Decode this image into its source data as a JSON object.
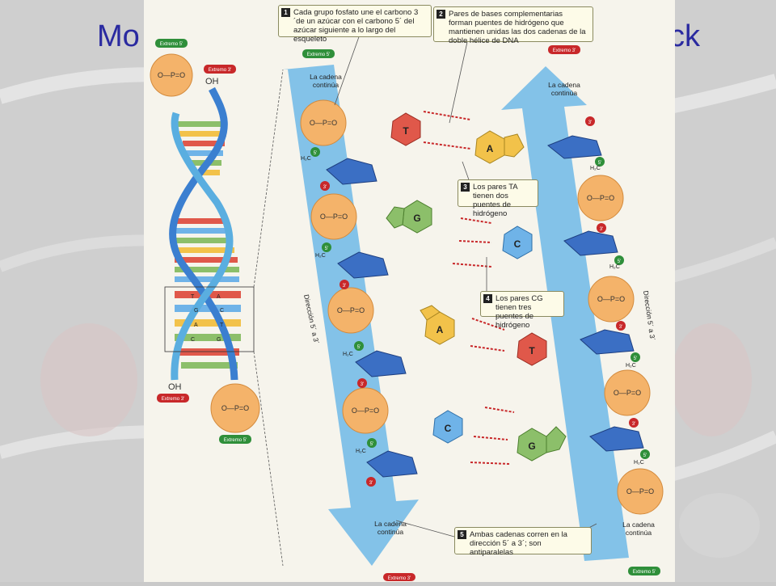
{
  "slide": {
    "title_left": "Mo",
    "title_right": "ck"
  },
  "colors": {
    "strand": "#5aaee0",
    "strand_light": "#9fd0ef",
    "phosphate": "#f4b36a",
    "sugar": "#3b6fc4",
    "base_T": "#e0584a",
    "base_A": "#f2c24a",
    "base_G": "#8cbf6a",
    "base_C": "#6fb3e8",
    "label_green": "#2f8f3a",
    "label_red": "#c8282a",
    "title_blue": "#2a2aa0"
  },
  "labels": {
    "extremo5_top": "Extremo 5'",
    "extremo3_top": "Extremo 3'",
    "extremo5_inset": "Extremo 5'",
    "extremo3_top_right": "Extremo 3'",
    "extremo3_bottom": "Extremo 3'",
    "extremo5_bottom": "Extremo 5'",
    "extremo3_bottom_left": "Extremo 3'",
    "extremo5_bottom_right": "Extremo 5'",
    "oh_top": "OH",
    "oh_bottom": "OH",
    "cadena_top_left_1": "La cadena",
    "cadena_top_left_2": "continúa",
    "cadena_top_right_1": "La cadena",
    "cadena_top_right_2": "continúa",
    "cadena_bottom_left_1": "La cadena",
    "cadena_bottom_left_2": "continúa",
    "cadena_bottom_right_1": "La cadena",
    "cadena_bottom_right_2": "continúa",
    "direccion_left": "Dirección 5´ a 3´",
    "direccion_right": "Dirección 5´ a 3´",
    "five_prime": "5'",
    "three_prime": "3'",
    "h2c": "H₂C",
    "phosphate_formula": "O—P=O",
    "base_T": "T",
    "base_A": "A",
    "base_G": "G",
    "base_C": "C",
    "helix_pairs": [
      "T",
      "A",
      "G",
      "C",
      "A",
      "T",
      "C",
      "G"
    ]
  },
  "callouts": [
    {
      "num": "1",
      "text": "Cada grupo fosfato une el carbono 3´de un azúcar con el carbono 5´ del azúcar siguiente a lo largo del esqueleto"
    },
    {
      "num": "2",
      "text": "Pares de bases complementarias forman puentes de hidrógeno que mantienen unidas las dos cadenas de la doble hélice de DNA"
    },
    {
      "num": "3",
      "text": "Los pares TA tienen dos puentes de hidrógeno"
    },
    {
      "num": "4",
      "text": "Los pares CG tienen tres puentes de hidrógeno"
    },
    {
      "num": "5",
      "text": "Ambas cadenas corren en la dirección 5´ a 3´; son antiparalelas"
    }
  ]
}
